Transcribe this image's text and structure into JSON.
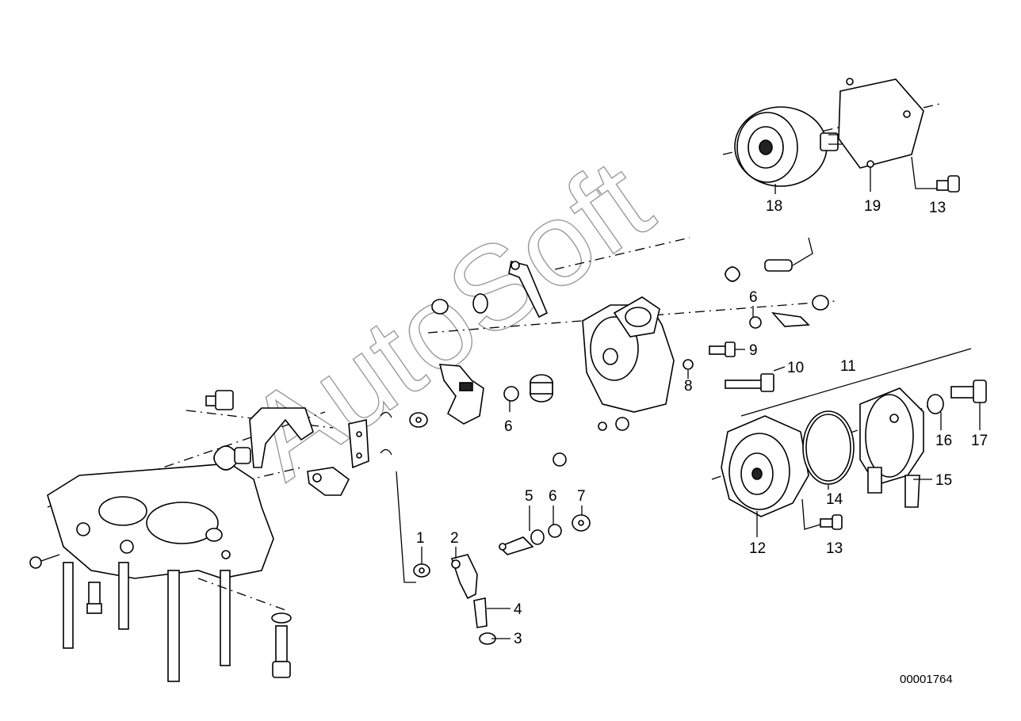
{
  "diagram": {
    "document_number": "00001764",
    "watermark": "AutoSoft",
    "callouts": [
      {
        "id": "c1",
        "text": "1"
      },
      {
        "id": "c2",
        "text": "2"
      },
      {
        "id": "c3",
        "text": "3"
      },
      {
        "id": "c4",
        "text": "4"
      },
      {
        "id": "c5",
        "text": "5"
      },
      {
        "id": "c6a",
        "text": "6"
      },
      {
        "id": "c6b",
        "text": "6"
      },
      {
        "id": "c6c",
        "text": "6"
      },
      {
        "id": "c7",
        "text": "7"
      },
      {
        "id": "c8",
        "text": "8"
      },
      {
        "id": "c9",
        "text": "9"
      },
      {
        "id": "c10",
        "text": "10"
      },
      {
        "id": "c11",
        "text": "11"
      },
      {
        "id": "c12",
        "text": "12"
      },
      {
        "id": "c13a",
        "text": "13"
      },
      {
        "id": "c13b",
        "text": "13"
      },
      {
        "id": "c14",
        "text": "14"
      },
      {
        "id": "c15",
        "text": "15"
      },
      {
        "id": "c16",
        "text": "16"
      },
      {
        "id": "c17",
        "text": "17"
      },
      {
        "id": "c18",
        "text": "18"
      },
      {
        "id": "c19",
        "text": "19"
      }
    ]
  }
}
